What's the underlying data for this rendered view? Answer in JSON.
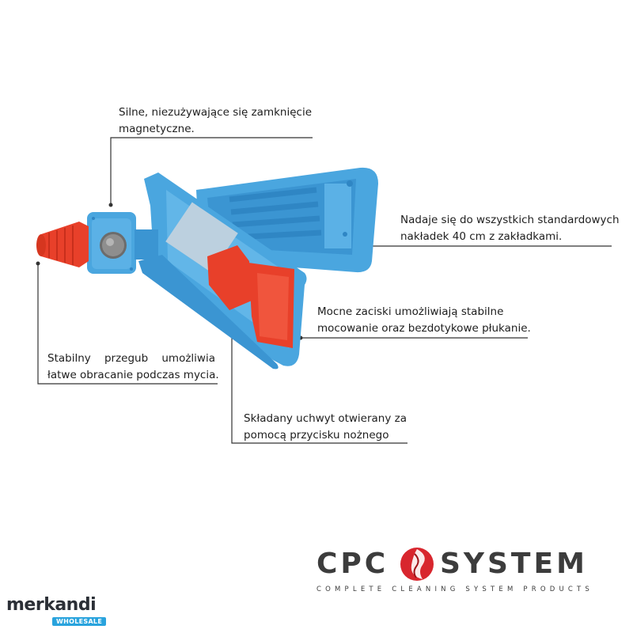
{
  "annotations": {
    "magnetic": {
      "line1": "Silne, niezużywające się zamknięcie",
      "line2": "magnetyczne."
    },
    "attachments": {
      "line1": "Nadaje się do wszystkich standardowych",
      "line2": "nakładek 40 cm z zakładkami."
    },
    "clamps": {
      "line1": "Mocne zaciski umożliwiają stabilne",
      "line2": "mocowanie  oraz bezdotykowe płukanie."
    },
    "joint": {
      "line1": "Stabilny   przegub   umożliwia",
      "line2": "łatwe obracanie podczas mycia."
    },
    "handle": {
      "line1": "Składany uchwyt otwierany za",
      "line2": "pomocą przycisku nożnego"
    }
  },
  "brand": {
    "word_left": "CPC",
    "word_right": "SYSTEM",
    "tagline": "COMPLETE CLEANING SYSTEM PRODUCTS"
  },
  "watermark": {
    "name": "merkandi",
    "badge": "WHOLESALE"
  },
  "colors": {
    "holder_blue": "#4aa6df",
    "holder_dark": "#2f86c4",
    "clamp_red": "#e8402a",
    "line": "#333333"
  }
}
